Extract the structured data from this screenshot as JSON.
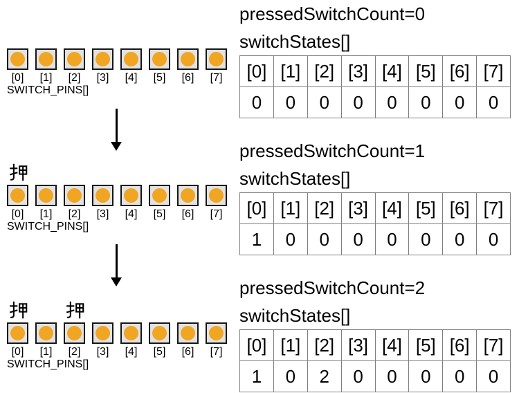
{
  "press_label": "押",
  "switch_pins_label": "SWITCH_PINS[]",
  "index_labels": [
    "[0]",
    "[1]",
    "[2]",
    "[3]",
    "[4]",
    "[5]",
    "[6]",
    "[7]"
  ],
  "colors": {
    "background": "#ffffff",
    "text": "#000000",
    "switch_body": "#e2e2e2",
    "switch_border": "#161616",
    "led_orange": "#f0a623",
    "table_border": "#7f7f7f",
    "arrow": "#000000"
  },
  "sections": [
    {
      "pressed_switch_count": "pressedSwitchCount=0",
      "switch_states_title": "switchStates[]",
      "pressed_indices": [],
      "values": [
        "0",
        "0",
        "0",
        "0",
        "0",
        "0",
        "0",
        "0"
      ]
    },
    {
      "pressed_switch_count": "pressedSwitchCount=1",
      "switch_states_title": "switchStates[]",
      "pressed_indices": [
        0
      ],
      "values": [
        "1",
        "0",
        "0",
        "0",
        "0",
        "0",
        "0",
        "0"
      ]
    },
    {
      "pressed_switch_count": "pressedSwitchCount=2",
      "switch_states_title": "switchStates[]",
      "pressed_indices": [
        0,
        2
      ],
      "values": [
        "1",
        "0",
        "2",
        "0",
        "0",
        "0",
        "0",
        "0"
      ]
    }
  ]
}
